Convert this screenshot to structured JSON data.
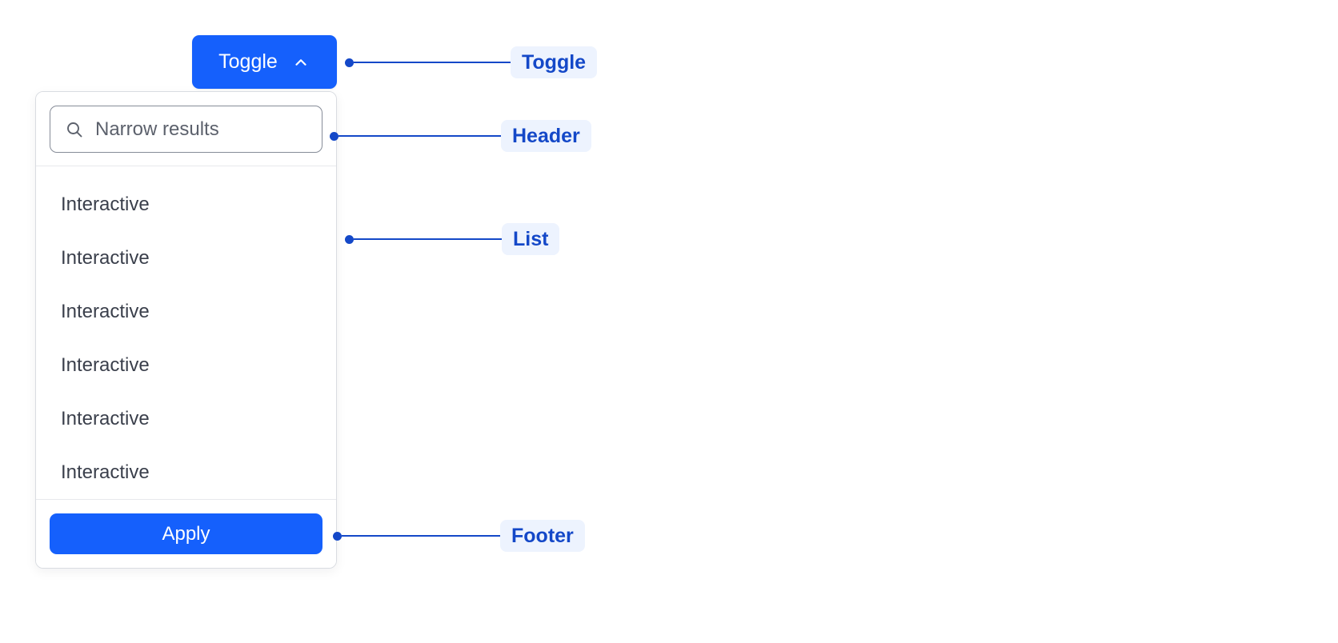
{
  "toggle": {
    "label": "Toggle",
    "chevron_icon": "chevron-up-icon",
    "background_color": "#1560fc",
    "text_color": "#ffffff"
  },
  "panel": {
    "header": {
      "search": {
        "icon": "search-icon",
        "placeholder": "Narrow results",
        "value": ""
      }
    },
    "list": {
      "items": [
        {
          "label": "Interactive"
        },
        {
          "label": "Interactive"
        },
        {
          "label": "Interactive"
        },
        {
          "label": "Interactive"
        },
        {
          "label": "Interactive"
        },
        {
          "label": "Interactive"
        }
      ]
    },
    "footer": {
      "apply_label": "Apply",
      "apply_background_color": "#1560fc",
      "apply_text_color": "#ffffff"
    },
    "border_color": "#d9dce1",
    "background_color": "#ffffff"
  },
  "annotations": {
    "accent_color": "#1448c8",
    "chip_background_color": "#edf3fe",
    "items": [
      {
        "label": "Toggle"
      },
      {
        "label": "Header"
      },
      {
        "label": "List"
      },
      {
        "label": "Footer"
      }
    ]
  }
}
